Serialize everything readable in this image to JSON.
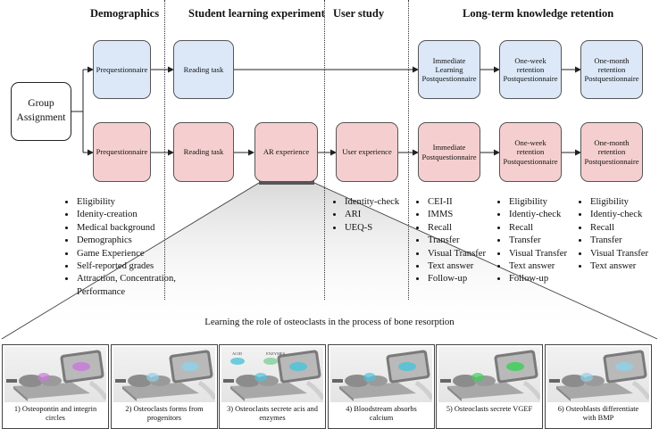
{
  "headers": {
    "demographics": "Demographics",
    "learning": "Student learning experiment",
    "user_study": "User study",
    "retention": "Long-term knowledge retention"
  },
  "group": {
    "line1": "Group",
    "line2": "Assignment"
  },
  "blue_row": {
    "prequestionnaire": "Prequestionnaire",
    "reading": "Reading task",
    "immediate": [
      "Immediate",
      "Learning",
      "Postquestionnaire"
    ],
    "week": [
      "One-week",
      "retention",
      "Postquestionnaire"
    ],
    "month": [
      "One-month",
      "retention",
      "Postquestionnaire"
    ]
  },
  "red_row": {
    "prequestionnaire": "Prequestionnaire",
    "reading": "Reading task",
    "ar": "AR experience",
    "user_experience": "User experience",
    "immediate": [
      "Immediate",
      "Postquestionnaire"
    ],
    "week": [
      "One-week",
      "retention",
      "Postquestionnaire"
    ],
    "month": [
      "One-month",
      "retention",
      "Postquestionnaire"
    ]
  },
  "lists": {
    "demographics": [
      "Eligibility",
      "Idenity-creation",
      "Medical background",
      "Demographics",
      "Game Experience",
      "Self-reported grades",
      "Attraction, Concentration, Performance"
    ],
    "user_study": [
      "Identity-check",
      "ARI",
      "UEQ-S"
    ],
    "immediate": [
      "CEI-II",
      "IMMS",
      "Recall",
      "Transfer",
      "Visual Transfer",
      "Text answer",
      "Follow-up"
    ],
    "week": [
      "Eligibility",
      "Identiy-check",
      "Recall",
      "Transfer",
      "Visual Transfer",
      "Text answer",
      "Follow-up"
    ],
    "month": [
      "Eligibility",
      "Identiy-check",
      "Recall",
      "Transfer",
      "Visual Transfer",
      "Text answer"
    ]
  },
  "caption": "Learning the role of osteoclasts in the process of bone resorption",
  "panels": [
    {
      "label": [
        "1) Osteopontin  and integrin",
        "circles"
      ],
      "accent": "#c77ad8"
    },
    {
      "label": [
        "2) Osteoclasts forms from",
        "progenitors"
      ],
      "accent": "#8fd0e8"
    },
    {
      "label": [
        "3) Osteoclasts secrete acis and",
        "enzymes"
      ],
      "accent": "#4ec2d8",
      "tags": [
        "ACID",
        "ENZYMES"
      ]
    },
    {
      "label": [
        "4) Bloodstream absorbs",
        "calcium"
      ],
      "accent": "#4ec2d8"
    },
    {
      "label": [
        "5) Osteoclasts secrete VGEF",
        ""
      ],
      "accent": "#3ecf5a"
    },
    {
      "label": [
        "6) Osteoblasts differentiate",
        "with BMP"
      ],
      "accent": "#8fd0e8"
    }
  ],
  "colors": {
    "blue": "#dce8f8",
    "red": "#f5cfcf",
    "line": "#222222"
  }
}
